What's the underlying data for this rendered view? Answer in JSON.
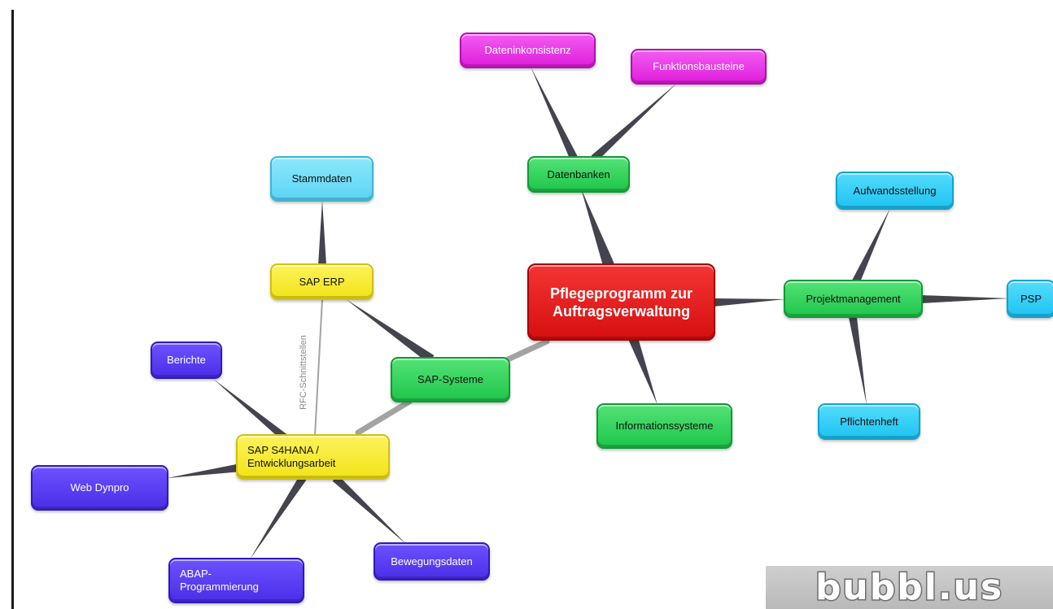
{
  "mindmap": {
    "central": "Pflegeprogramm zur Auftragsverwaltung",
    "nodes": {
      "dateninkonsistenz": "Dateninkonsistenz",
      "funktionsbausteine": "Funktionsbausteine",
      "datenbanken": "Datenbanken",
      "stammdaten": "Stammdaten",
      "aufwandsstellung": "Aufwandsstellung",
      "sap_erp": "SAP ERP",
      "projektmanagement": "Projektmanagement",
      "psp": "PSP",
      "berichte": "Berichte",
      "sap_systeme": "SAP-Systeme",
      "informationssysteme": "Informationssysteme",
      "pflichtenheft": "Pflichtenheft",
      "sap_s4hana": "SAP S4HANA / Entwicklungsarbeit",
      "web_dynpro": "Web Dynpro",
      "abap": "ABAP-Programmierung",
      "bewegungsdaten": "Bewegungsdaten"
    },
    "link_label": "RFC-Schnittstellen"
  },
  "watermark": {
    "text": "bubbl.us"
  },
  "colors": {
    "central": "#e01515",
    "magenta": "#e11ddc",
    "green": "#22c84c",
    "cyan": "#20c4f2",
    "yellow": "#f3e61c",
    "purple": "#4d30ea",
    "connector": "#44444e"
  }
}
